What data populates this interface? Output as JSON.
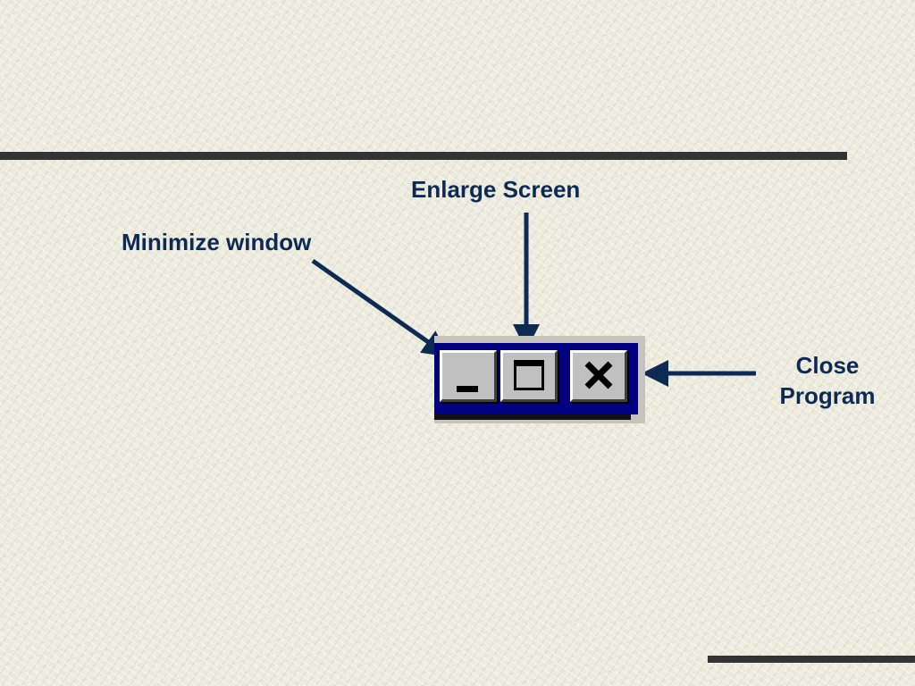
{
  "labels": {
    "minimize": "Minimize window",
    "enlarge": "Enlarge Screen",
    "close": "Close Program"
  },
  "buttons": {
    "minimize_icon": "minimize-icon",
    "maximize_icon": "maximize-icon",
    "close_icon": "close-icon"
  },
  "colors": {
    "label_text": "#0d2a55",
    "title_bar": "#000080",
    "button_face": "#c0c0c0",
    "arrow": "#0d2a55",
    "rule": "#333333"
  }
}
